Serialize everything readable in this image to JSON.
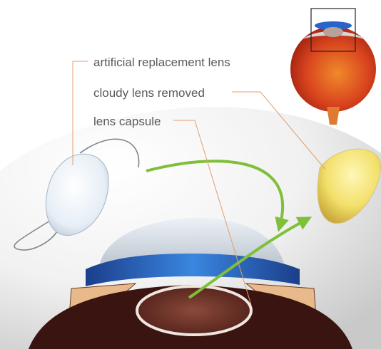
{
  "labels": {
    "artificial_lens": "artificial replacement lens",
    "cloudy_lens": "cloudy lens removed",
    "lens_capsule": "lens capsule"
  },
  "colors": {
    "leader_line": "#e0a070",
    "arrow": "#7fbf3a",
    "iris_blue": "#2a64c8",
    "retina_red": "#c8321e",
    "cloudy_lens_yellow": "#f0e070",
    "artificial_lens_blue": "#dfe8f2",
    "sclera_grey": "#d8d8d8",
    "inset_box": "#222222"
  }
}
